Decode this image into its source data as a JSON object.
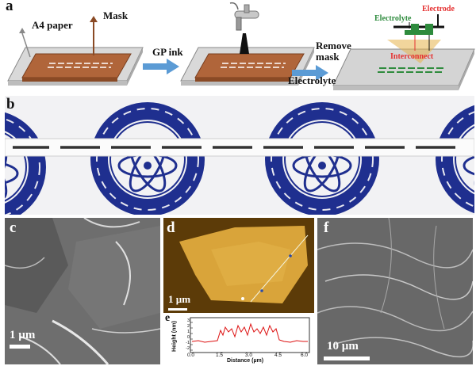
{
  "panel_a": {
    "label": "a",
    "a4_paper": "A4 paper",
    "mask": "Mask",
    "gp_ink": "GP ink",
    "remove": "Remove",
    "mask2": "mask",
    "electrolyte_step": "Electrolyte",
    "electrolyte": "Electrolyte",
    "electrode": "Electrode",
    "interconnect": "Interconnect"
  },
  "panel_b": {
    "label": "b"
  },
  "panel_c": {
    "label": "c",
    "scalebar": "1 µm"
  },
  "panel_d": {
    "label": "d",
    "scalebar": "1 µm"
  },
  "panel_e": {
    "label": "e",
    "xlabel": "Distance (µm)",
    "ylabel": "Height (nm)",
    "xticks": [
      "0.0",
      "1.5",
      "3.0",
      "4.5",
      "6.0"
    ],
    "yticks": [
      "3",
      "2",
      "1",
      "0",
      "-1",
      "-2"
    ]
  },
  "panel_f": {
    "label": "f",
    "scalebar": "10 µm"
  },
  "colors": {
    "substrate": "#b0653a",
    "arrow": "#5b9bd5",
    "electrolyte": "#2e8b3d",
    "electrode": "#e53030",
    "seal": "#1f2f8f"
  }
}
